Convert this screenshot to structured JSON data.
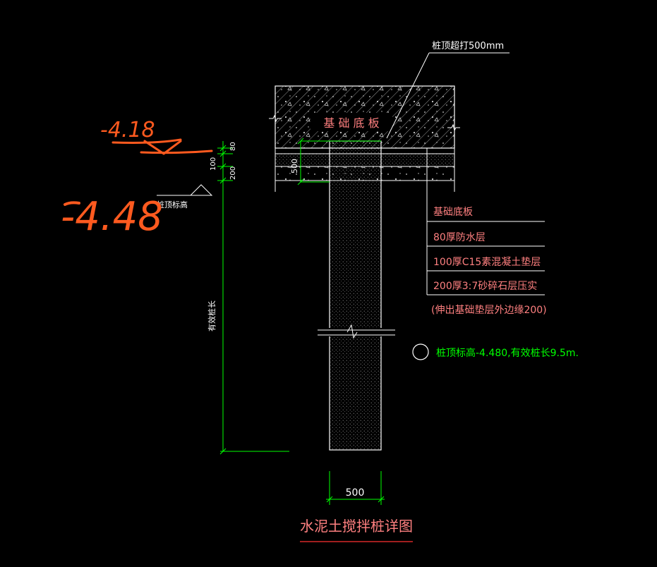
{
  "drawing": {
    "title": "水泥土搅拌桩详图",
    "callout_top": "桩顶超打500mm",
    "slab_label": "基 础 底 板",
    "layers": [
      "基础底板",
      "80厚防水层",
      "100厚C15素混凝土垫层",
      "200厚3:7砂碎石层压实"
    ],
    "layers_note": "(伸出基础垫层外边缘200)",
    "note": "桩顶标高-4.480,有效桩长9.5m.",
    "dim_pile_width": "500",
    "dim_overshoot": "500",
    "dim_80": "80",
    "dim_100": "100",
    "dim_200": "200",
    "pile_top_mark": "桩顶标高",
    "effective_length": "有效桩长",
    "handwritten_1": "-4.18",
    "handwritten_2": "-4.48"
  },
  "colors": {
    "background": "#000000",
    "outline": "#ffffff",
    "dimension": "#00ff00",
    "table_text": "#ff8080",
    "note_text": "#00ff00",
    "handwriting": "#ff5a1f"
  }
}
